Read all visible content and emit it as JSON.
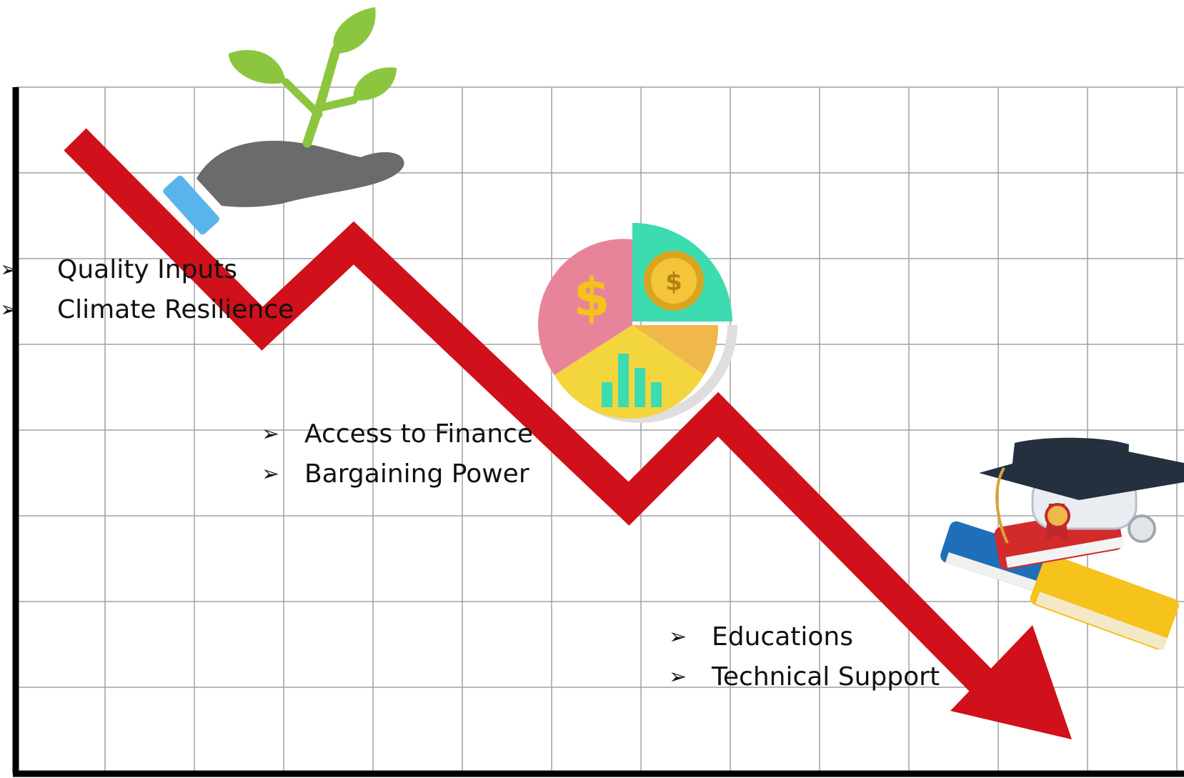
{
  "colors": {
    "trend_arrow": "#d0101a",
    "grid": "#a0a0a0",
    "axis": "#000000",
    "plant_leaves": "#8cc63f",
    "hand": "#6b6b6b",
    "sleeve": "#5ab4ec",
    "pie_pink": "#e8849a",
    "pie_green": "#3ddbb0",
    "pie_yellow": "#f3d63e",
    "pie_orange": "#f0b84a",
    "coin": "#d9a520",
    "cap": "#25303f",
    "book_blue": "#1f6fb8",
    "book_red": "#d32a2a",
    "book_yellow": "#f6c21c"
  },
  "icons": {
    "stage_1": "plant-in-hand-icon",
    "stage_2": "finance-pie-chart-icon",
    "stage_3": "graduation-books-icon",
    "bullet": "arrowhead-bullet-icon"
  },
  "bullet_glyph": "➢",
  "groups": [
    {
      "items": [
        "Quality Inputs",
        "Climate Resilience"
      ]
    },
    {
      "items": [
        "Access to Finance",
        "Bargaining Power"
      ]
    },
    {
      "items": [
        "Educations",
        "Technical Support"
      ]
    }
  ]
}
